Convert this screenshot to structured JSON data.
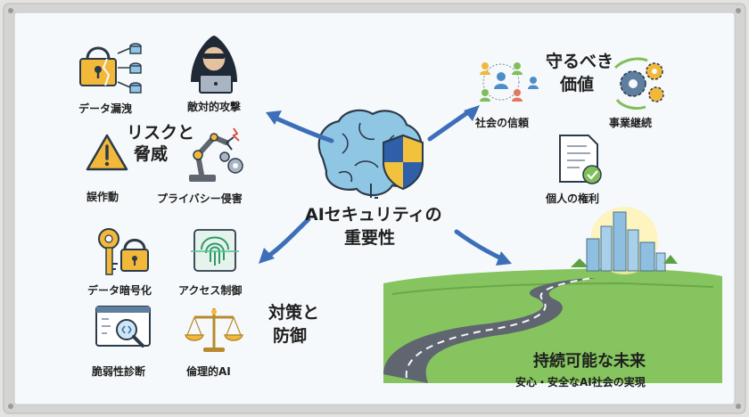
{
  "center": {
    "line1": "AIセキュリティの",
    "line2": "重要性"
  },
  "risks": {
    "heading_line1": "リスクと",
    "heading_line2": "脅威",
    "items": [
      {
        "icon": "data-leak-icon",
        "label": "データ漏洩"
      },
      {
        "icon": "hacker-icon",
        "label": "敵対的攻撃"
      },
      {
        "icon": "warning-icon",
        "label": "誤作動"
      },
      {
        "icon": "robot-arm-icon",
        "label": "プライバシー侵害"
      }
    ]
  },
  "values": {
    "heading_line1": "守るべき",
    "heading_line2": "価値",
    "items": [
      {
        "icon": "community-network-icon",
        "label": "社会の信頼"
      },
      {
        "icon": "gears-cycle-icon",
        "label": "事業継続"
      },
      {
        "icon": "document-check-icon",
        "label": "個人の権利"
      }
    ]
  },
  "measures": {
    "heading_line1": "対策と",
    "heading_line2": "防御",
    "items": [
      {
        "icon": "key-lock-icon",
        "label": "データ暗号化"
      },
      {
        "icon": "fingerprint-icon",
        "label": "アクセス制御"
      },
      {
        "icon": "code-scan-icon",
        "label": "脆弱性診断"
      },
      {
        "icon": "scales-icon",
        "label": "倫理的AI"
      }
    ]
  },
  "future": {
    "title": "持続可能な未来",
    "subtitle": "安心・安全なAI社会の実現"
  },
  "colors": {
    "arrow": "#3d6fb8",
    "board_bg": "#f6f9fb",
    "frame": "#d9d9d7",
    "gold": "#f2b83a",
    "road": "#5f6670",
    "grass": "#7fbe5a"
  }
}
